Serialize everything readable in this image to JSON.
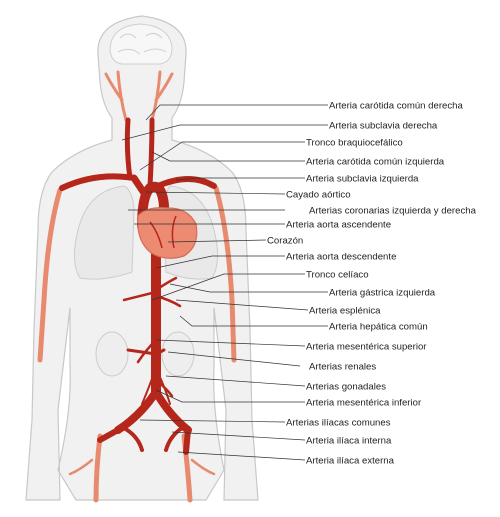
{
  "labels": [
    "Arteria carótida común derecha",
    "Arteria subclavia derecha",
    "Tronco braquiocefálico",
    "Arteria carótida común izquierda",
    "Arteria subclavia izquierda",
    "Cayado aórtico",
    "Arterias coronarias izquierda y derecha",
    "Arteria aorta ascendente",
    "Corazón",
    "Arteria aorta descendente",
    "Tronco celíaco",
    "Arteria gástrica izquierda",
    "Arteria esplénica",
    "Arteria hepática común",
    "Arteria mesentérica superior",
    "Arterias renales",
    "Arterias gonadales",
    "Arteria mesentérica inferior",
    "Arterias ilíacas comunes",
    "Arteria ilíaca interna",
    "Arteria ilíaca externa"
  ],
  "colors": {
    "artery": "#b5271b",
    "artery_light": "#e88a6e",
    "heart": "#ec8b72",
    "body_fill": "#f1f1f1",
    "body_stroke": "#c8c8c8",
    "leader": "#333333"
  }
}
